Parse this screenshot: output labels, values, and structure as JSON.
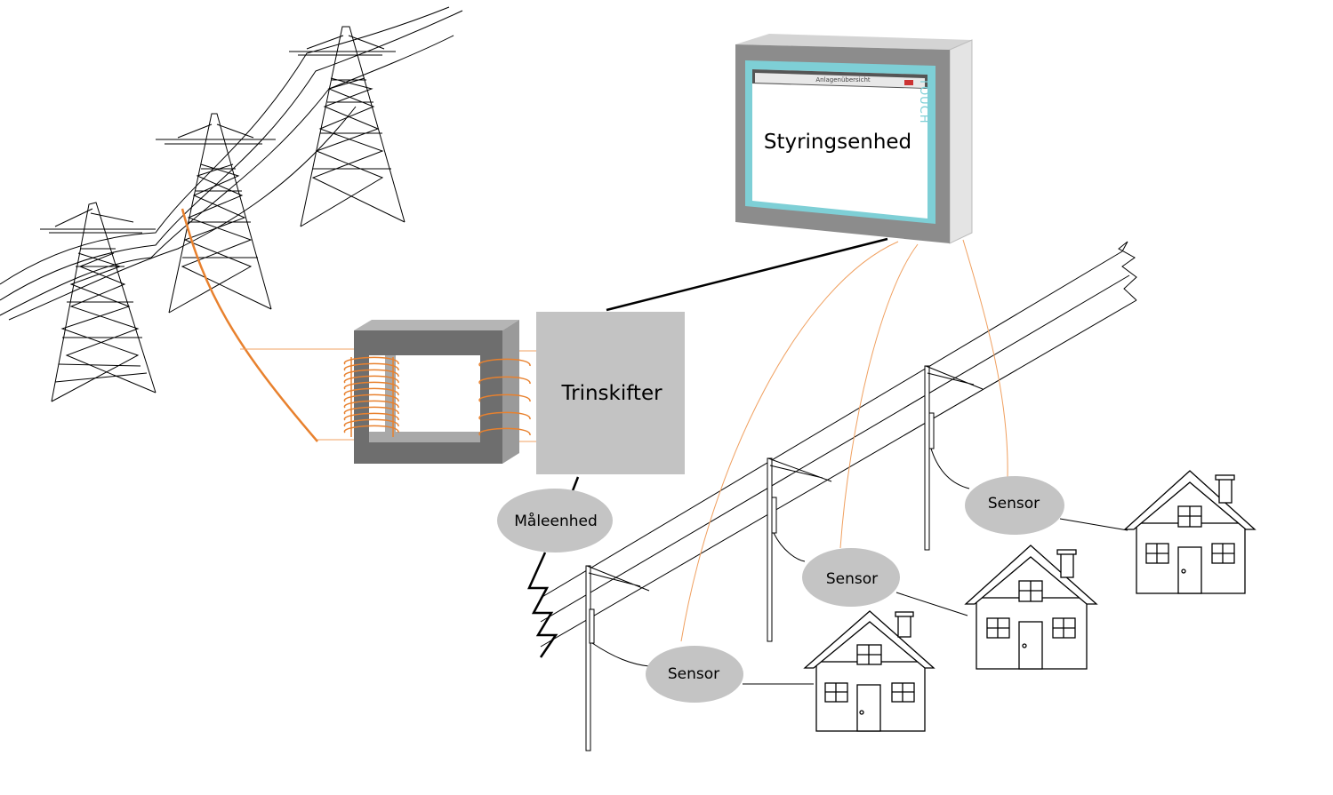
{
  "labels": {
    "control_unit": "Styringsenhed",
    "tap_changer": "Trinskifter",
    "measuring_unit": "Måleenhed",
    "sensor_1": "Sensor",
    "sensor_2": "Sensor",
    "sensor_3": "Sensor"
  },
  "panel": {
    "screen_title": "Anlagenübersicht",
    "side_text": "TOUCH"
  },
  "colors": {
    "orange_cable": "#f0a060",
    "bold_orange_cable": "#e8812e",
    "core_dark": "#6e6e6e",
    "core_light": "#a8a8a8",
    "box_gray": "#c3c3c3",
    "sensor_gray": "#c4c4c4",
    "panel_frame": "#8c8c8c",
    "panel_screen_border": "#7ecfd6"
  }
}
